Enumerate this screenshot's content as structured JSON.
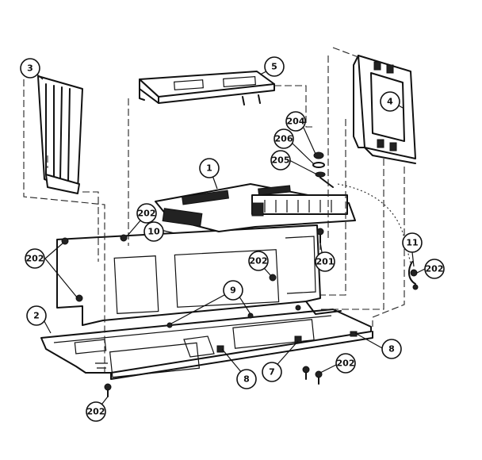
{
  "callouts": {
    "c1": "1",
    "c2": "2",
    "c3": "3",
    "c4": "4",
    "c5": "5",
    "c7": "7",
    "c8a": "8",
    "c8b": "8",
    "c9": "9",
    "c10": "10",
    "c11": "11",
    "c201": "201",
    "c202a": "202",
    "c202b": "202",
    "c202c": "202",
    "c202d": "202",
    "c202e": "202",
    "c202f": "202",
    "c204": "204",
    "c205": "205",
    "c206": "206"
  },
  "colors": {
    "ink": "#111111",
    "paper": "#ffffff"
  }
}
